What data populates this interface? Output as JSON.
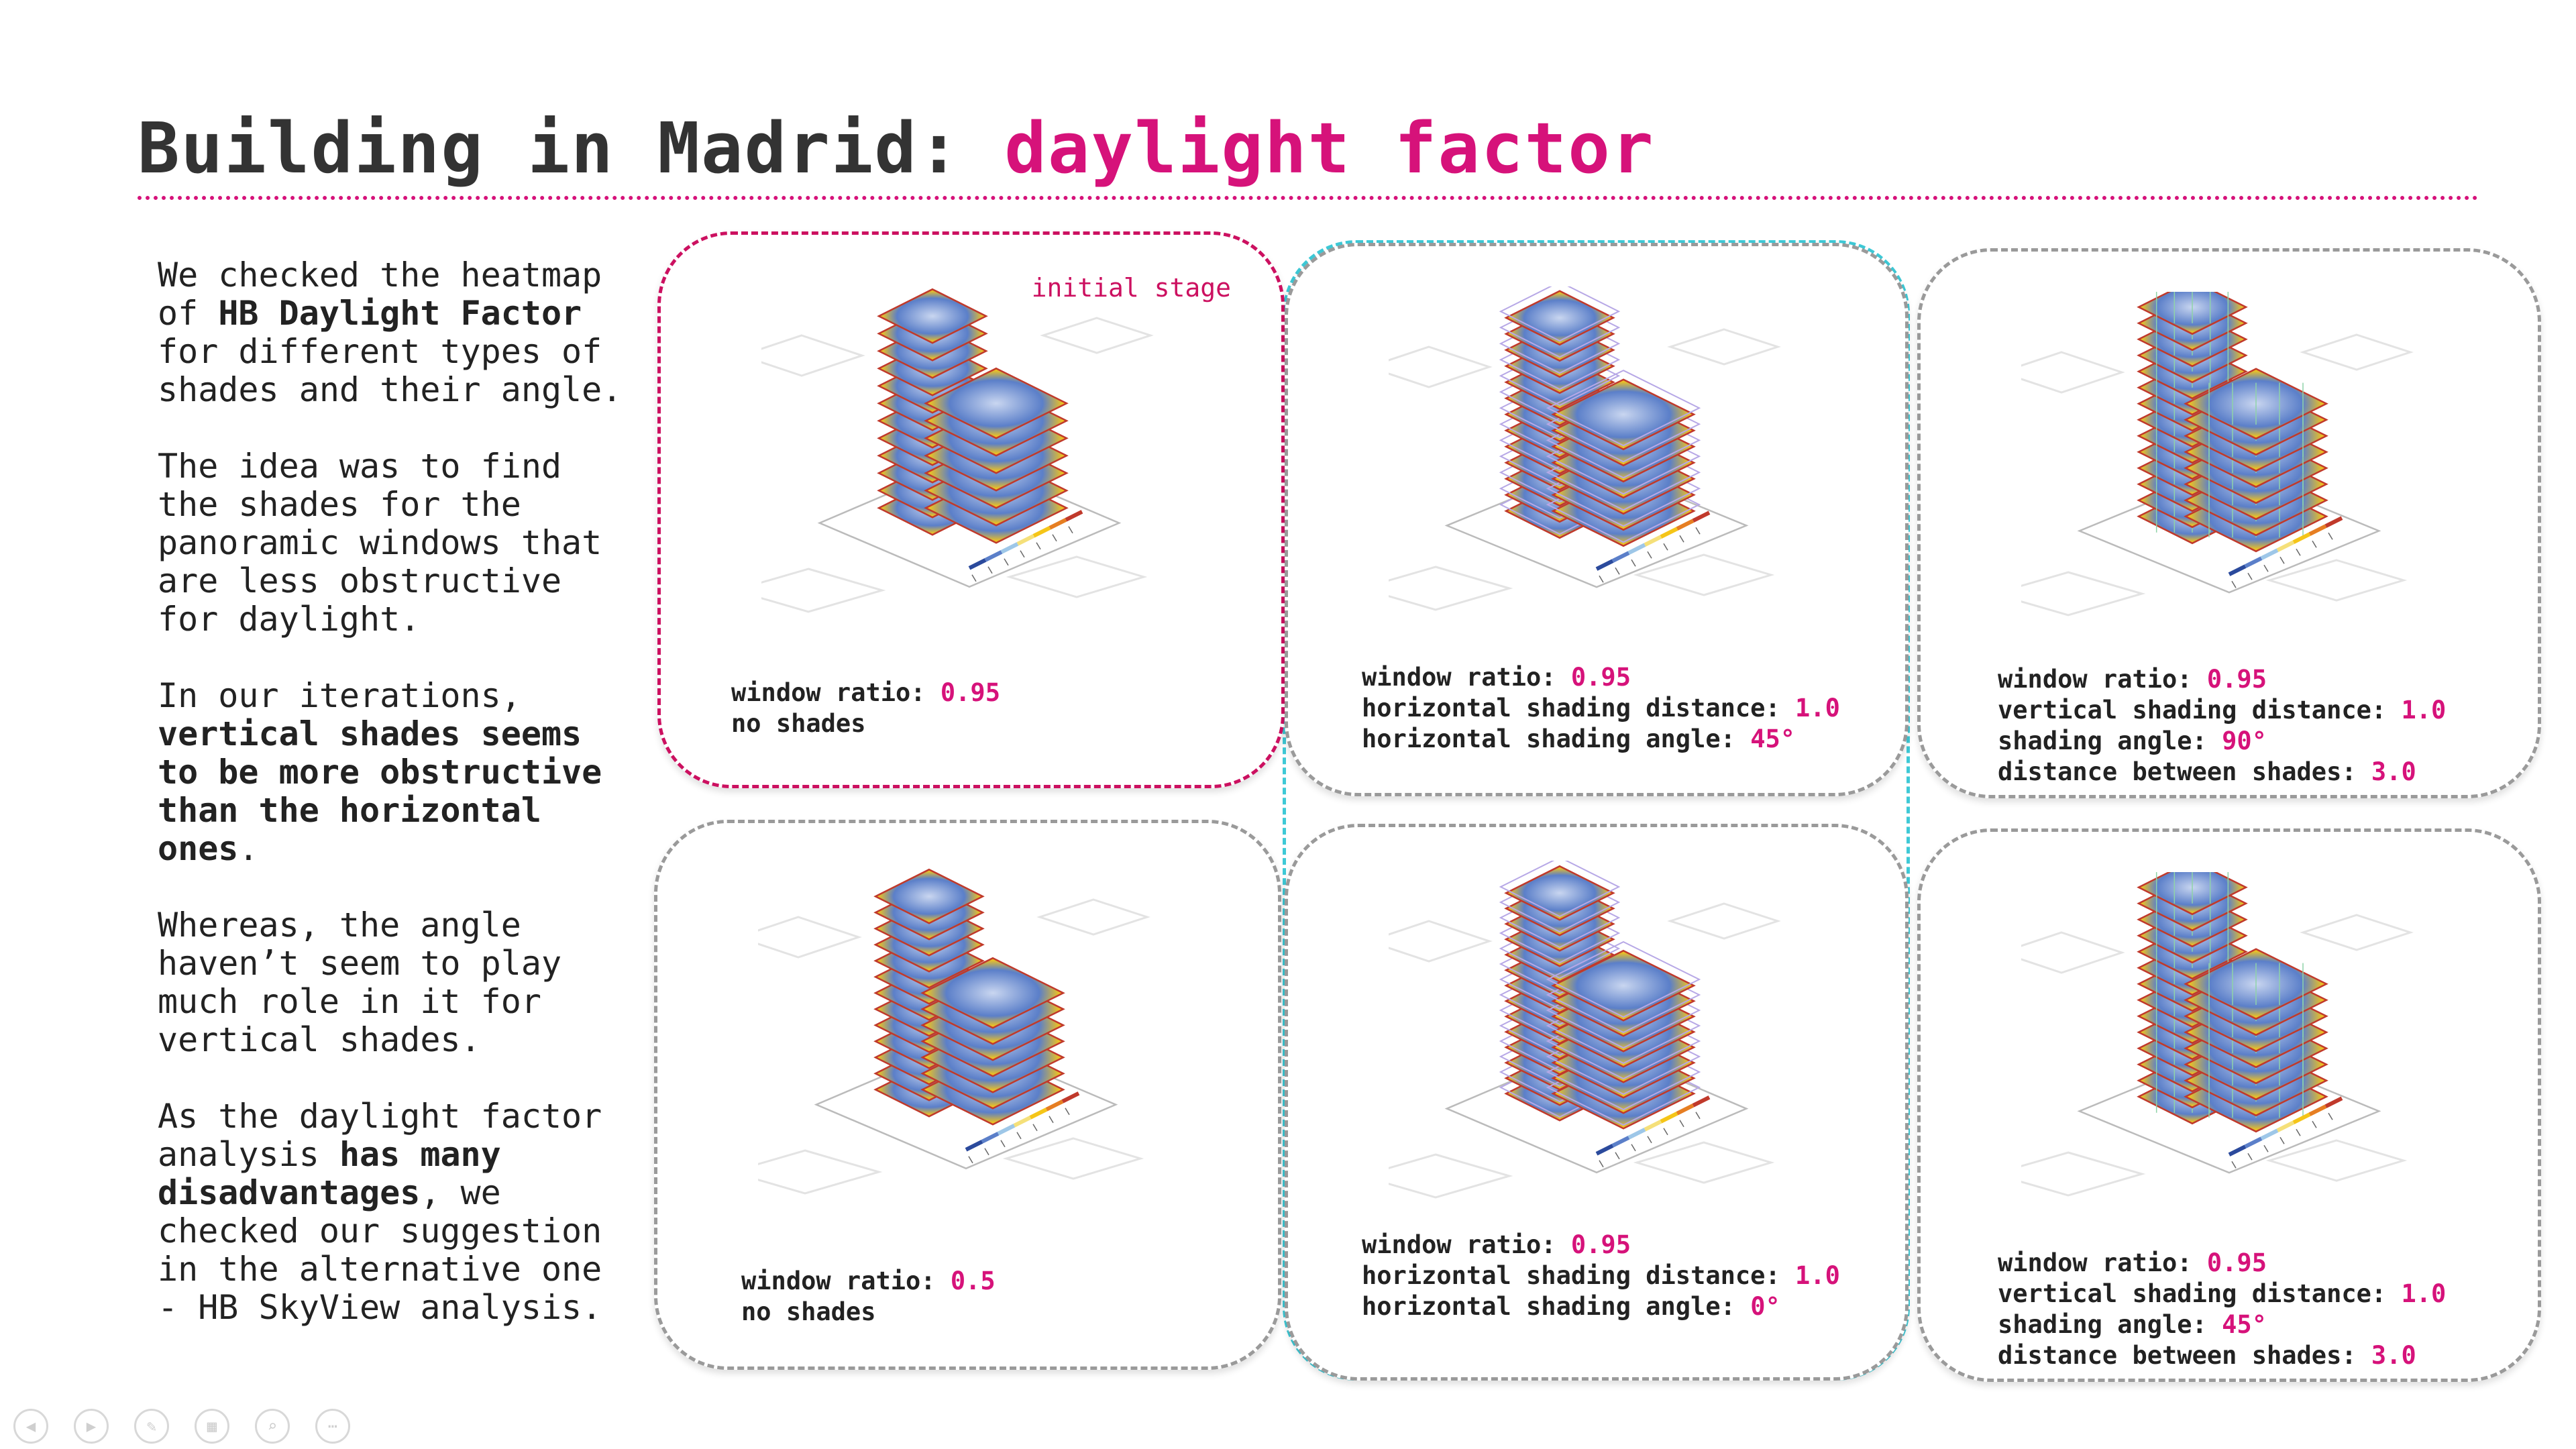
{
  "title": {
    "main": "Building in Madrid: ",
    "accent": "daylight factor"
  },
  "sidebar": {
    "p1": {
      "t1": "We checked the heatmap of ",
      "b1": "HB Daylight Factor",
      "t2": " for different types of shades and their angle."
    },
    "p2": {
      "t1": "The idea was to find the shades for the panoramic windows that are less obstructive for daylight."
    },
    "p3": {
      "t1": "In our iterations, ",
      "b1": "vertical shades seems to be more obstructive than the horizontal ones",
      "t2": "."
    },
    "p4": {
      "t1": "Whereas, the angle haven’t seem to play much role in it for vertical shades."
    },
    "p5": {
      "t1": "As the daylight factor analysis ",
      "b1": "has many disadvantages",
      "t2": ", we checked our suggestion in the alternative one - HB SkyView analysis."
    }
  },
  "cards": [
    {
      "stage_label": "initial stage",
      "lines": [
        {
          "label": "window ratio: ",
          "value": "0.95"
        },
        {
          "label": "no shades",
          "value": ""
        }
      ]
    },
    {
      "lines": [
        {
          "label": "window ratio: ",
          "value": "0.5"
        },
        {
          "label": "no shades",
          "value": ""
        }
      ]
    },
    {
      "lines": [
        {
          "label": "window ratio: ",
          "value": "0.95"
        },
        {
          "label": "horizontal shading distance: ",
          "value": "1.0"
        },
        {
          "label": "horizontal shading angle: ",
          "value": "45°"
        }
      ]
    },
    {
      "lines": [
        {
          "label": "window ratio: ",
          "value": "0.95"
        },
        {
          "label": "horizontal shading distance: ",
          "value": "1.0"
        },
        {
          "label": "horizontal shading angle: ",
          "value": "0°"
        }
      ]
    },
    {
      "lines": [
        {
          "label": "window ratio: ",
          "value": "0.95"
        },
        {
          "label": "vertical shading distance: ",
          "value": "1.0"
        },
        {
          "label": "shading angle: ",
          "value": "90°"
        },
        {
          "label": "distance between shades: ",
          "value": "3.0"
        }
      ]
    },
    {
      "lines": [
        {
          "label": "window ratio: ",
          "value": "0.95"
        },
        {
          "label": "vertical shading distance: ",
          "value": "1.0"
        },
        {
          "label": "shading angle: ",
          "value": "45°"
        },
        {
          "label": "distance between shades: ",
          "value": "3.0"
        }
      ]
    }
  ],
  "colors": {
    "accent": "#d6127a",
    "cyan": "#3ec9d6",
    "heat_hot": "#c0392b",
    "heat_mid": "#f5c518",
    "heat_cool": "#5b7fc9"
  },
  "nav_icons": [
    "prev-icon",
    "next-icon",
    "pen-icon",
    "slides-icon",
    "zoom-icon",
    "more-icon"
  ]
}
